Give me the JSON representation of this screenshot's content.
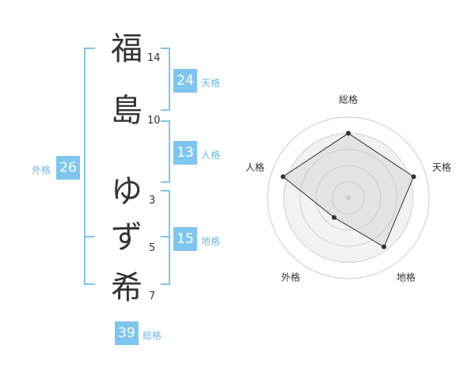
{
  "name": {
    "chars": [
      {
        "char": "福",
        "strokes": "14"
      },
      {
        "char": "島",
        "strokes": "10"
      },
      {
        "char": "ゆ",
        "strokes": "3"
      },
      {
        "char": "ず",
        "strokes": "5"
      },
      {
        "char": "希",
        "strokes": "7"
      }
    ]
  },
  "kakusu": {
    "tenkaku": {
      "value": "24",
      "label": "天格"
    },
    "jinkaku": {
      "value": "13",
      "label": "人格"
    },
    "chikaku": {
      "value": "15",
      "label": "地格"
    },
    "gaikaku": {
      "value": "26",
      "label": "外格"
    },
    "soukaku": {
      "value": "39",
      "label": "総格"
    }
  },
  "radar": {
    "axes": [
      "総格",
      "天格",
      "地格",
      "外格",
      "人格"
    ],
    "values": [
      0.8,
      0.85,
      0.75,
      0.3,
      0.85
    ]
  }
}
